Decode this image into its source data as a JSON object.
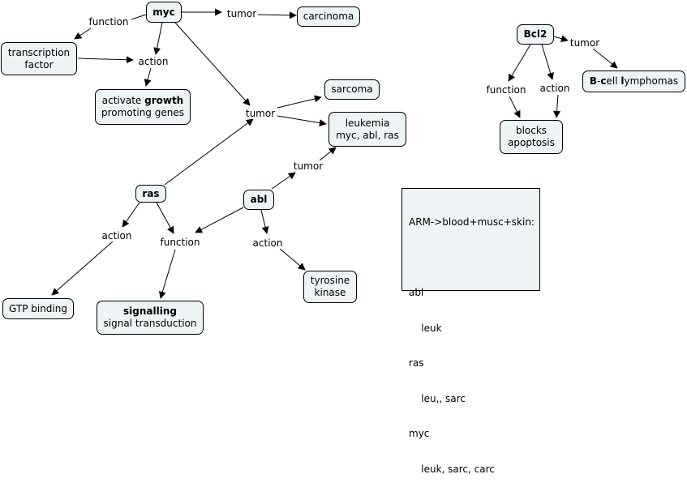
{
  "nodes": {
    "myc": "myc",
    "carcinoma": "carcinoma",
    "transcription_factor": [
      "transcription",
      "factor"
    ],
    "activate_growth": {
      "pre": "activate ",
      "bold": "growth",
      "line2": "promoting genes"
    },
    "sarcoma": "sarcoma",
    "leukemia": [
      "leukemia",
      "myc, abl, ras"
    ],
    "bcl2": "Bcl2",
    "b_cell": {
      "p1": "B",
      "p2": "-",
      "p3": "c",
      "p4": "ell ",
      "p5": "l",
      "p6": "ymphomas"
    },
    "blocks_apoptosis": [
      "blocks",
      "apoptosis"
    ],
    "ras": "ras",
    "abl": "abl",
    "gtp_binding": "GTP binding",
    "signalling": [
      "signalling",
      "signal transduction"
    ],
    "tyrosine_kinase": [
      "tyrosine",
      "kinase"
    ]
  },
  "link_labels": {
    "myc_function": "function",
    "myc_tumor": "tumor",
    "myc_action": "action",
    "center_tumor": "tumor",
    "abl_tumor": "tumor",
    "bcl2_tumor": "tumor",
    "bcl2_function": "function",
    "bcl2_action": "action",
    "ras_action": "action",
    "center_function": "function",
    "abl_action": "action"
  },
  "note": {
    "title": "ARM->blood+musc+skin:",
    "lines": [
      "",
      "abl",
      "    leuk",
      "ras",
      "    leu,, sarc",
      "myc",
      "    leuk, sarc, carc"
    ]
  }
}
